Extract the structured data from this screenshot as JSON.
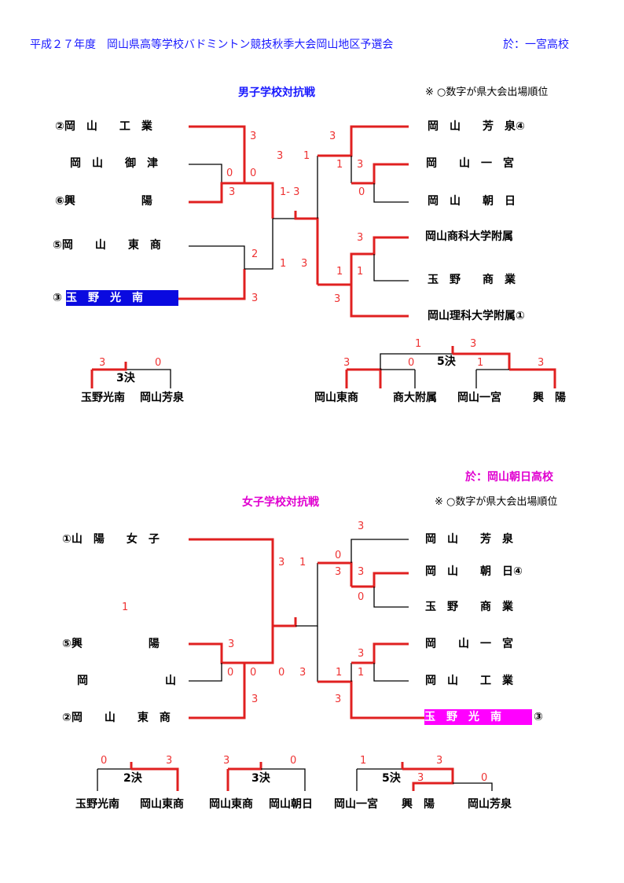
{
  "header": {
    "title": "平成２７年度　岡山県高等学校バドミントン競技秋季大会岡山地区予選会",
    "venue": "於：一宮高校"
  },
  "boys": {
    "title": "男子学校対抗戦",
    "note": "※ ○数字が県大会出場順位",
    "left_teams": [
      "②岡　山　　工　業",
      "岡　山　　御　津",
      "⑥興　　　　　　陽",
      "⑤岡　　山　　東　商",
      "③",
      "玉　野　光　南"
    ],
    "right_teams": [
      "岡　山　　芳　泉④",
      "岡　　山　一　宮",
      "岡　山　　朝　日",
      "岡山商科大学附属",
      "玉　野　　商　業",
      "岡山理科大学附属①"
    ],
    "scores": [
      "3",
      "3",
      "1",
      "3",
      "0",
      "0",
      "1",
      "3",
      "3",
      "1- 3",
      "0",
      "2",
      "1",
      "3",
      "3",
      "1",
      "1",
      "3",
      "3"
    ],
    "third_place": {
      "label": "3決",
      "teams": [
        "玉野光南",
        "岡山芳泉"
      ],
      "scores": [
        "3",
        "0"
      ]
    },
    "fifth_place": {
      "label": "5決",
      "teams": [
        "岡山東商",
        "商大附属",
        "岡山一宮",
        "興　陽"
      ],
      "scores": [
        "3",
        "1",
        "3",
        "0",
        "1",
        "3"
      ]
    }
  },
  "girls": {
    "venue": "於：岡山朝日高校",
    "title": "女子学校対抗戦",
    "note": "※ ○数字が県大会出場順位",
    "left_teams": [
      "①山　陽　　女　子",
      "⑤興　　　　　　陽",
      "岡　　　　　　　山",
      "②岡　　山　　東　商"
    ],
    "right_teams": [
      "岡　山　　芳　泉",
      "岡　山　　朝　日④",
      "玉　野　　商　業",
      "岡　　山　一　宮",
      "岡　山　　工　業",
      "玉　野　光　南",
      "③"
    ],
    "scores": [
      "1",
      "3",
      "3",
      "1",
      "0",
      "3",
      "0",
      "3",
      "0",
      "0",
      "0",
      "3",
      "3",
      "1",
      "1",
      "3",
      "3"
    ],
    "second_place": {
      "label": "2決",
      "teams": [
        "玉野光南",
        "岡山東商"
      ],
      "scores": [
        "0",
        "3"
      ]
    },
    "third_place": {
      "label": "3決",
      "teams": [
        "岡山東商",
        "岡山朝日"
      ],
      "scores": [
        "3",
        "0"
      ]
    },
    "fifth_place": {
      "label": "5決",
      "teams": [
        "岡山一宮",
        "興　陽",
        "岡山芳泉"
      ],
      "scores": [
        "1",
        "3",
        "3",
        "0"
      ]
    }
  },
  "colors": {
    "win_line": "#e02020",
    "line": "#000000",
    "title_blue": "#1a1aff",
    "title_magenta": "#e000d0",
    "highlight_blue": "#0a0ae0",
    "highlight_magenta": "#ff00ff"
  }
}
